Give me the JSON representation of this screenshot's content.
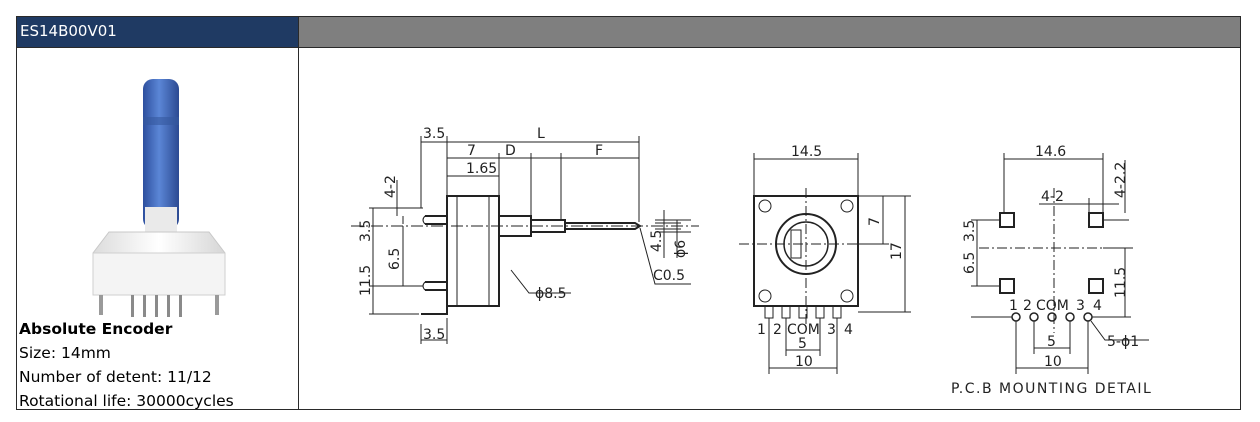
{
  "header": {
    "model": "ES14B00V01"
  },
  "product": {
    "title": "Absolute Encoder",
    "specs": [
      "Size: 14mm",
      "Number of detent: 11/12",
      "Rotational life: 30000cycles"
    ]
  },
  "drawing": {
    "side_view": {
      "dims": [
        "3.5",
        "L",
        "7",
        "D",
        "F",
        "1.65",
        "4-2",
        "3.5",
        "6.5",
        "11.5",
        "4.5",
        "ϕ6",
        "C0.5",
        "ϕ8.5",
        "3.5"
      ]
    },
    "front_view": {
      "dims": [
        "14.5",
        "7",
        "17",
        "1",
        "2",
        "COM",
        "3",
        "4",
        "5",
        "10"
      ]
    },
    "pcb_view": {
      "dims": [
        "14.6",
        "4-2.2",
        "4-2",
        "3.5",
        "6.5",
        "11.5",
        "1",
        "2",
        "COM",
        "3",
        "4",
        "5",
        "5-ϕ1",
        "10"
      ],
      "caption": "P.C.B MOUNTING DETAIL"
    }
  },
  "colors": {
    "header_left": "#1f3a63",
    "header_right": "#7f7f7f",
    "knob": "#3f66b8",
    "body": "#f2f2f2"
  }
}
